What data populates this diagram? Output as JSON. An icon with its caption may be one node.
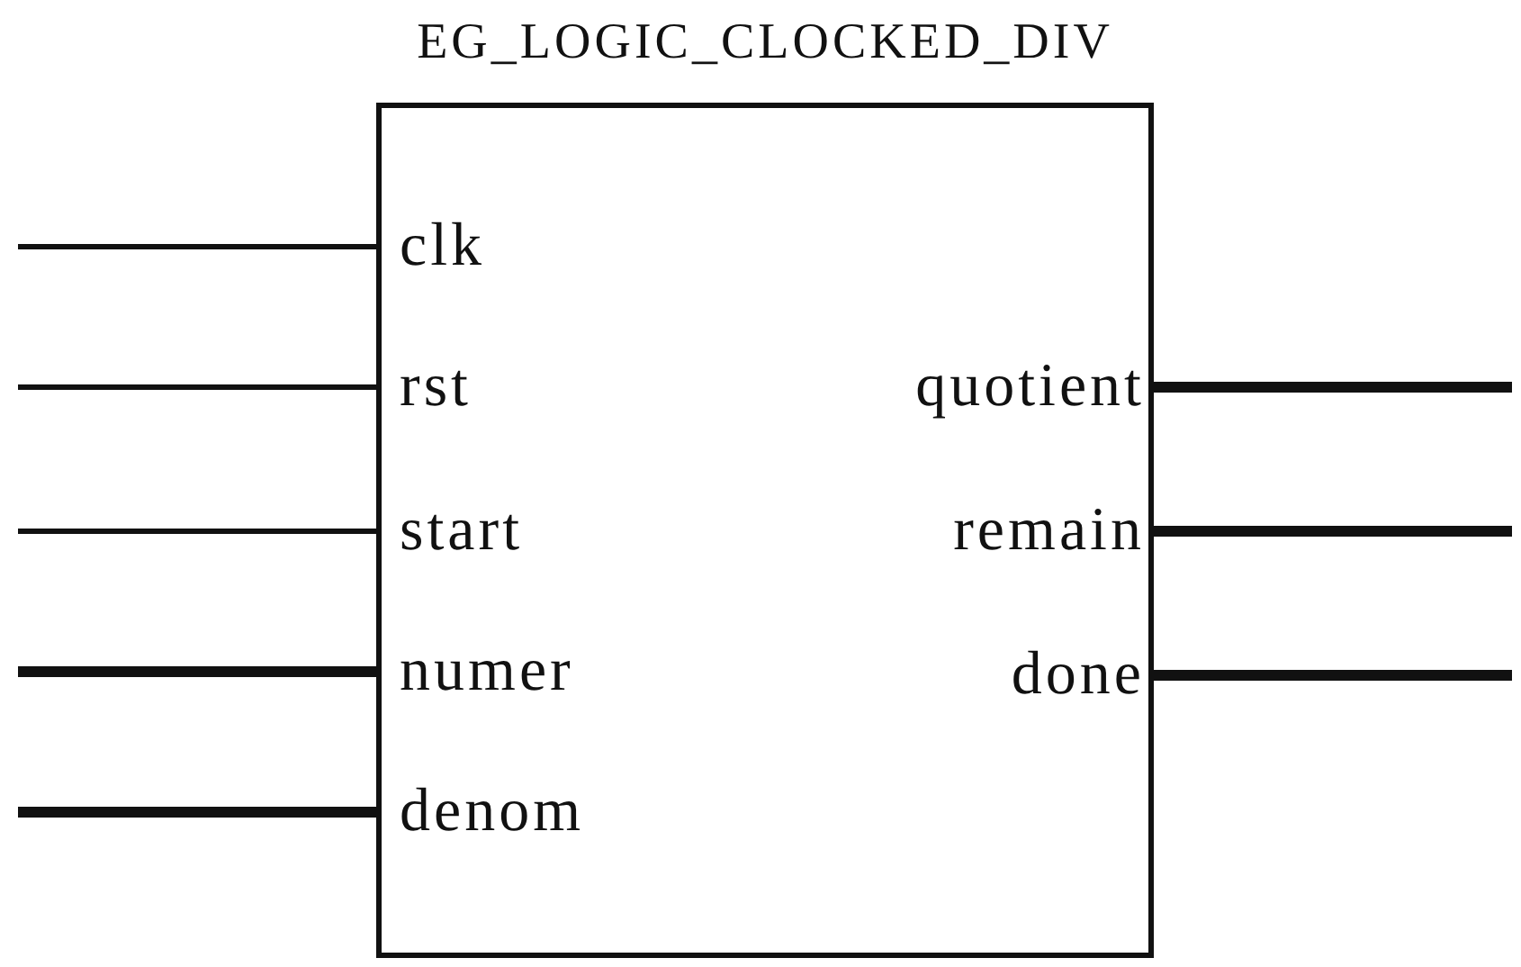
{
  "diagram": {
    "nodes": [
      {
        "text": [
          "EG_LOGIC_CLOCKED_DIV"
        ]
      },
      {
        "text": [
          "clk"
        ],
        "in": 0
      },
      {
        "text": [
          "rst"
        ],
        "in": 0
      },
      {
        "text": [
          "start"
        ],
        "in": 0
      },
      {
        "text": [
          "numer"
        ],
        "in": 0
      },
      {
        "text": [
          "denom"
        ],
        "in": 0
      },
      {
        "text": [
          "quotient"
        ],
        "in": 0
      },
      {
        "text": [
          "remain"
        ],
        "in": 0
      },
      {
        "text": [
          "done"
        ],
        "in": 0
      }
    ],
    "edges": [
      {
        "from": null,
        "to": 1,
        "arrow": "none"
      },
      {
        "from": null,
        "to": 2,
        "arrow": "none"
      },
      {
        "from": null,
        "to": 3,
        "arrow": "none"
      },
      {
        "from": null,
        "to": 4,
        "arrow": "none"
      },
      {
        "from": null,
        "to": 5,
        "arrow": "none"
      },
      {
        "from": 6,
        "to": null,
        "arrow": "none"
      },
      {
        "from": 7,
        "to": null,
        "arrow": "none"
      },
      {
        "from": 8,
        "to": null,
        "arrow": "none"
      }
    ]
  }
}
